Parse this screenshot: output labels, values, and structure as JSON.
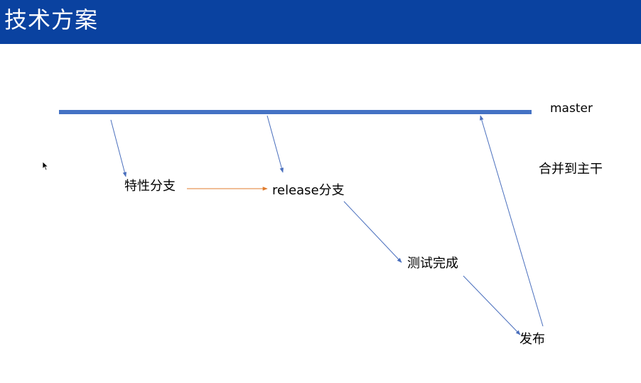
{
  "header": {
    "title": "技术方案"
  },
  "diagram": {
    "nodes": {
      "master": "master",
      "merge": "合并到主干",
      "feature": "特性分支",
      "release": "release分支",
      "test_done": "测试完成",
      "publish": "发布"
    }
  },
  "colors": {
    "title_bar": "#0a42a0",
    "trunk": "#4472c4",
    "arrow_blue": "#4a6fbd",
    "arrow_orange": "#e07b2c"
  }
}
